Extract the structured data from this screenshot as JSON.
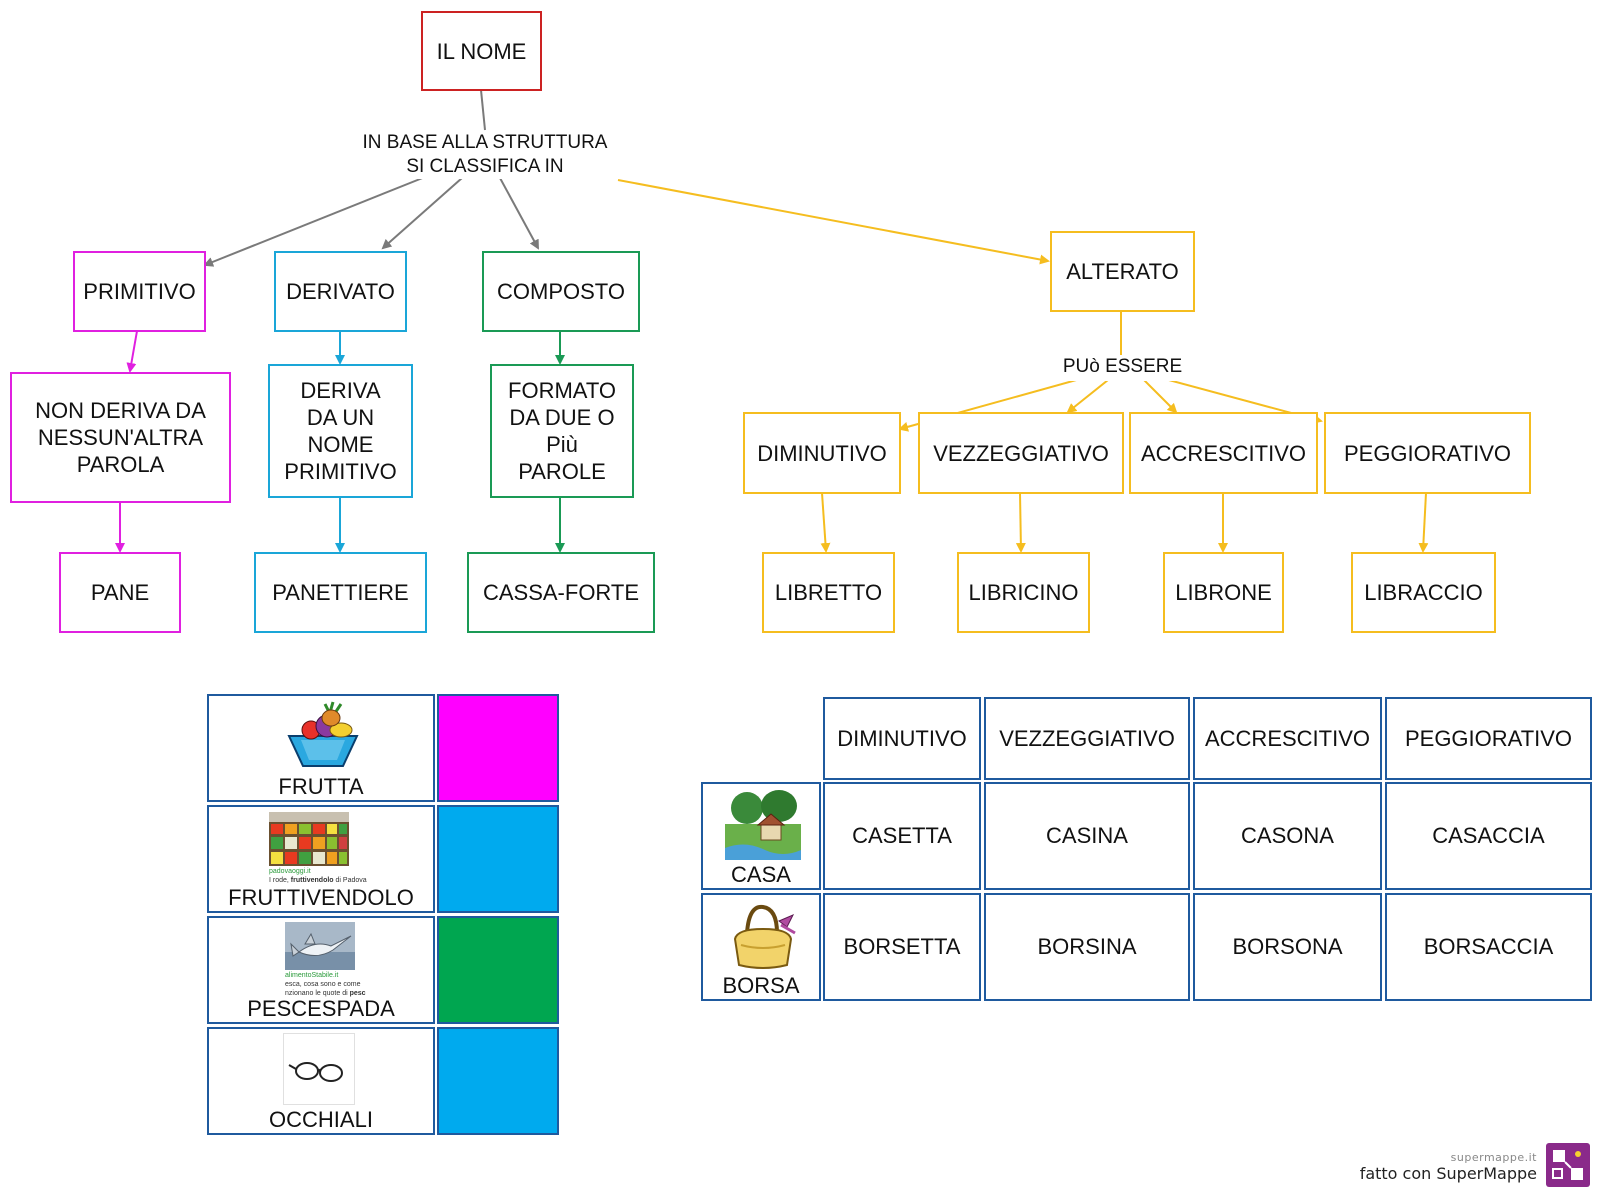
{
  "root": "IL NOME",
  "root_link": "IN BASE ALLA STRUTTURA\nSI CLASSIFICA IN",
  "categories": [
    {
      "name": "PRIMITIVO",
      "definition": "NON DERIVA DA\nNESSUN'ALTRA\nPAROLA",
      "example": "PANE",
      "color": "#e020e0"
    },
    {
      "name": "DERIVATO",
      "definition": "DERIVA\nDA UN\nNOME\nPRIMITIVO",
      "example": "PANETTIERE",
      "color": "#1aa6d8"
    },
    {
      "name": "COMPOSTO",
      "definition": "FORMATO\nDA DUE O\nPiù\nPAROLE",
      "example": "CASSA-FORTE",
      "color": "#1a9a55"
    }
  ],
  "altered": {
    "name": "ALTERATO",
    "link": "PUò ESSERE",
    "color": "#f5bd1f",
    "types": [
      {
        "name": "DIMINUTIVO",
        "example": "LIBRETTO"
      },
      {
        "name": "VEZZEGGIATIVO",
        "example": "LIBRICINO"
      },
      {
        "name": "ACCRESCITIVO",
        "example": "LIBRONE"
      },
      {
        "name": "PEGGIORATIVO",
        "example": "LIBRACCIO"
      }
    ]
  },
  "word_table": {
    "rows": [
      {
        "word": "FRUTTA",
        "icon": "fruit-basket-icon",
        "swatch": "#ff00ff"
      },
      {
        "word": "FRUTTIVENDOLO",
        "icon": "market-stall-photo",
        "swatch": "#00aaee",
        "source": "padovaoggi.it",
        "snippet_pre": "I rode, ",
        "snippet_bold": "fruttivendolo",
        "snippet_post": " di Padova"
      },
      {
        "word": "PESCESPADA",
        "icon": "swordfish-photo",
        "swatch": "#00a650",
        "source": "alimentoStabile.it",
        "snippet_line1": "esca, cosa sono e come",
        "snippet_line2_pre": "nzionano le quote di ",
        "snippet_line2_bold": "pesc"
      },
      {
        "word": "OCCHIALI",
        "icon": "glasses-icon",
        "swatch": "#00aaee"
      }
    ]
  },
  "alter_table": {
    "headers": [
      "DIMINUTIVO",
      "VEZZEGGIATIVO",
      "ACCRESCITIVO",
      "PEGGIORATIVO"
    ],
    "rows": [
      {
        "word": "CASA",
        "icon": "house-icon",
        "cells": [
          "CASETTA",
          "CASINA",
          "CASONA",
          "CASACCIA"
        ]
      },
      {
        "word": "BORSA",
        "icon": "handbag-icon",
        "cells": [
          "BORSETTA",
          "BORSINA",
          "BORSONA",
          "BORSACCIA"
        ]
      }
    ]
  },
  "brand": {
    "site": "supermappe.it",
    "made_with": "fatto con SuperMappe",
    "icon": "supermappe-logo-icon"
  }
}
